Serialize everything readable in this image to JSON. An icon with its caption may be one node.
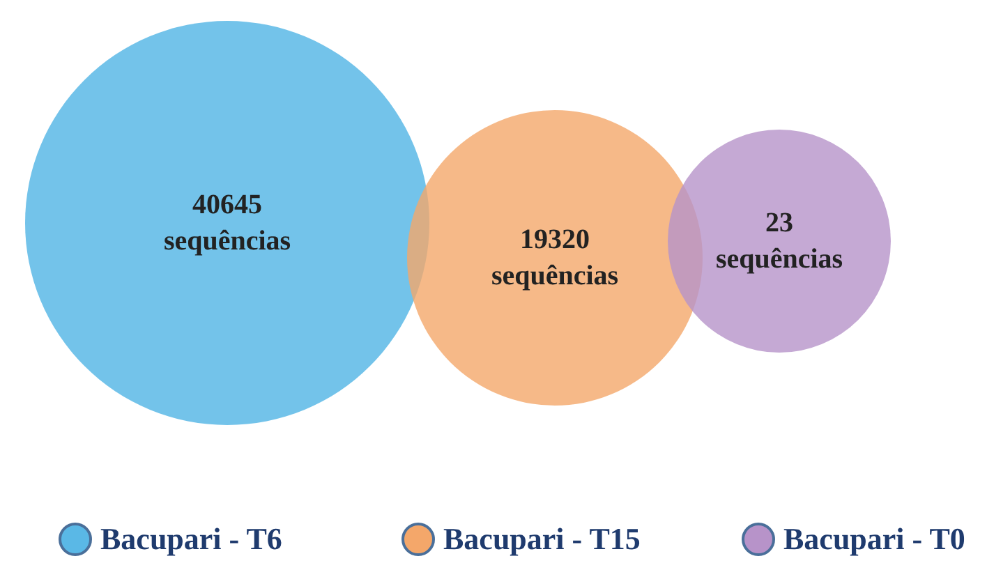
{
  "diagram": {
    "nodes": [
      {
        "text": [
          "40645 sequências"
        ]
      },
      {
        "text": [
          "19320 sequências"
        ]
      },
      {
        "text": [
          "23 sequências"
        ]
      }
    ],
    "legend": [
      {
        "text": "Bacupari - T6",
        "color": "#5ab8e6"
      },
      {
        "text": "Bacupari - T15",
        "color": "#f4a76a"
      },
      {
        "text": "Bacupari - T0",
        "color": "#b793c9"
      }
    ]
  }
}
